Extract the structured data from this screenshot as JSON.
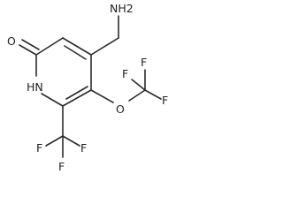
{
  "molecule": {
    "labels": {
      "nh2": "NH2",
      "oxo": "O",
      "nh": "HN",
      "ether_o": "O",
      "f_ocf3_1": "F",
      "f_ocf3_2": "F",
      "f_ocf3_3": "F",
      "f_cf3_1": "F",
      "f_cf3_2": "F",
      "f_cf3_3": "F"
    }
  }
}
